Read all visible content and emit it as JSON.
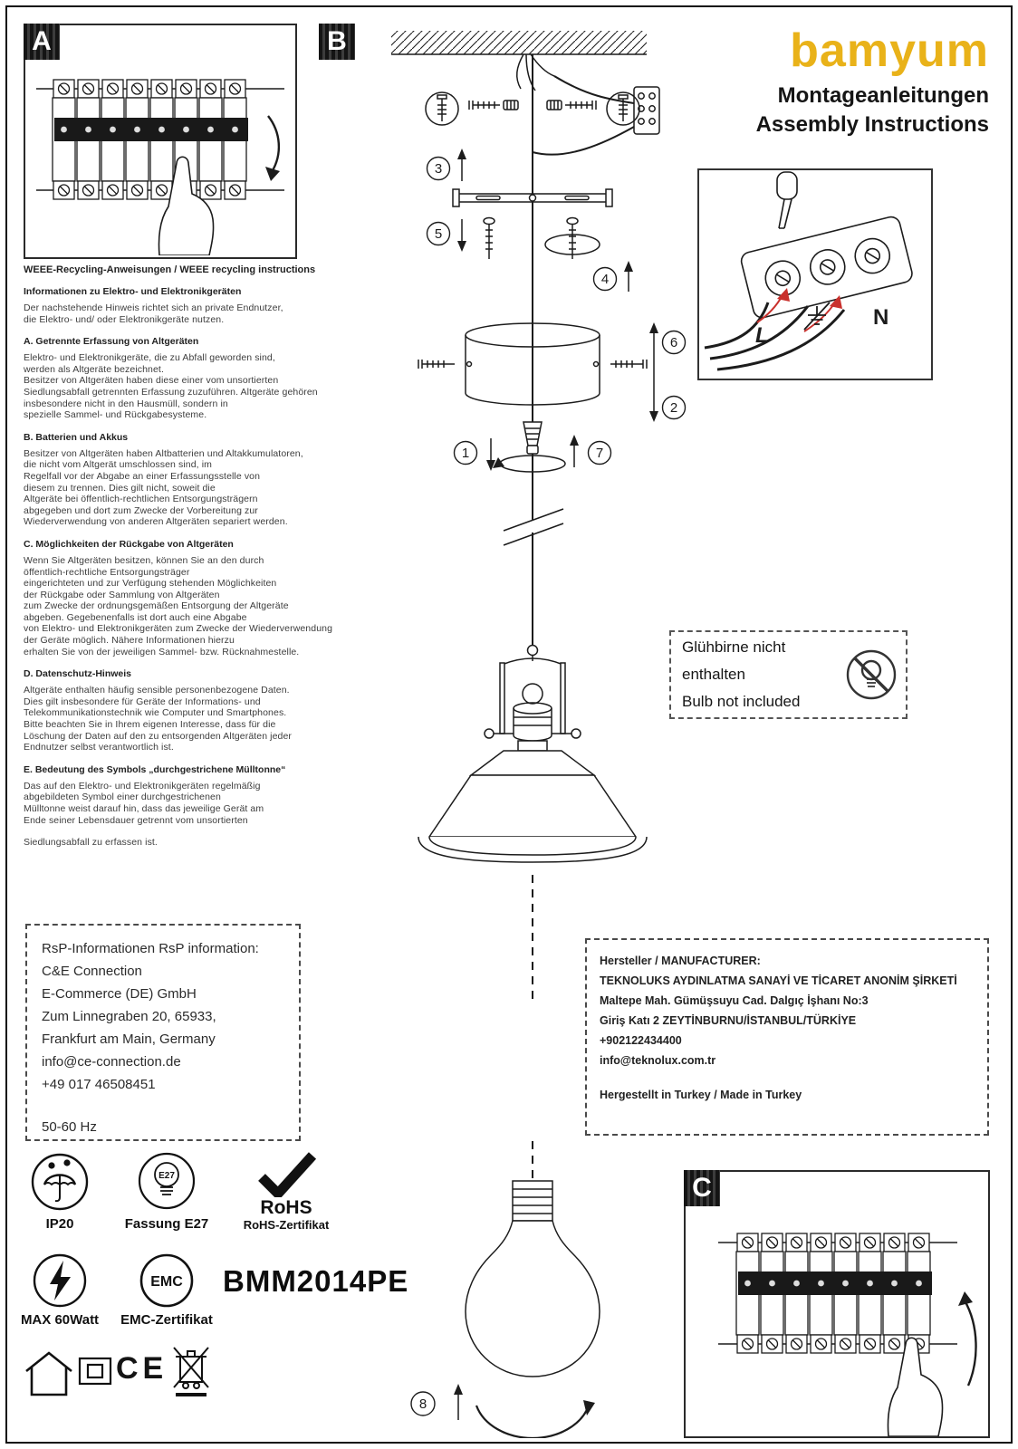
{
  "brand": {
    "logo": "bamyum",
    "subtitle_de": "Montageanleitungen",
    "subtitle_en": "Assembly Instructions"
  },
  "panel_labels": {
    "a": "A",
    "b": "B",
    "c": "C"
  },
  "steps": [
    "1",
    "2",
    "3",
    "4",
    "5",
    "6",
    "7",
    "8"
  ],
  "connector": {
    "l": "L",
    "n": "N"
  },
  "bulb_notice": {
    "line_de": "Glühbirne nicht enthalten",
    "line_en": "Bulb not included"
  },
  "weee": {
    "title": "WEEE-Recycling-Anweisungen / WEEE recycling instructions",
    "sections": [
      {
        "heading": "Informationen zu Elektro- und Elektronikgeräten",
        "body": "Der nachstehende Hinweis richtet sich an private Endnutzer,\ndie Elektro- und/ oder Elektronikgeräte nutzen."
      },
      {
        "heading": "A. Getrennte Erfassung von Altgeräten",
        "body": "Elektro- und Elektronikgeräte, die zu Abfall geworden sind,\nwerden als Altgeräte bezeichnet.\nBesitzer von Altgeräten haben diese einer vom unsortierten\nSiedlungsabfall getrennten Erfassung zuzuführen. Altgeräte gehören\ninsbesondere nicht in den Hausmüll, sondern in\nspezielle Sammel- und Rückgabesysteme."
      },
      {
        "heading": "B. Batterien und Akkus",
        "body": "Besitzer von Altgeräten haben Altbatterien und Altakkumulatoren,\ndie nicht vom Altgerät umschlossen sind, im\nRegelfall vor der Abgabe an einer Erfassungsstelle von\ndiesem zu trennen. Dies gilt nicht, soweit die\nAltgeräte bei öffentlich-rechtlichen Entsorgungsträgern\nabgegeben und dort zum Zwecke der Vorbereitung zur\nWiederverwendung von anderen Altgeräten separiert werden."
      },
      {
        "heading": "C. Möglichkeiten der Rückgabe von Altgeräten",
        "body": "Wenn Sie Altgeräten besitzen, können Sie an den durch\nöffentlich-rechtliche Entsorgungsträger\neingerichteten und zur Verfügung stehenden Möglichkeiten\nder Rückgabe oder Sammlung von Altgeräten\nzum Zwecke der ordnungsgemäßen Entsorgung der Altgeräte\nabgeben. Gegebenenfalls ist dort auch eine Abgabe\nvon Elektro- und Elektronikgeräten zum Zwecke der Wiederverwendung\nder Geräte möglich. Nähere Informationen hierzu\nerhalten Sie von der jeweiligen Sammel- bzw. Rücknahmestelle."
      },
      {
        "heading": "D. Datenschutz-Hinweis",
        "body": "Altgeräte enthalten häufig sensible personenbezogene Daten.\nDies gilt insbesondere für Geräte der Informations- und\nTelekommunikationstechnik wie Computer und Smartphones.\nBitte beachten Sie in Ihrem eigenen Interesse, dass für die\nLöschung der Daten auf den zu entsorgenden Altgeräten jeder\nEndnutzer selbst verantwortlich ist."
      },
      {
        "heading": "E. Bedeutung des Symbols „durchgestrichene Mülltonne“",
        "body": "Das auf den Elektro- und Elektronikgeräten regelmäßig\nabgebildeten Symbol einer durchgestrichenen\nMülltonne weist darauf hin, dass das jeweilige Gerät am\nEnde seiner Lebensdauer getrennt vom unsortierten"
      }
    ],
    "footer": "Siedlungsabfall zu erfassen ist."
  },
  "rsp": {
    "lines": [
      "RsP-Informationen RsP information:",
      "C&E Connection",
      "E-Commerce (DE) GmbH",
      "Zum Linnegraben 20, 65933,",
      "Frankfurt am Main, Germany",
      "info@ce-connection.de",
      "+49 017 46508451"
    ],
    "frequency": "50-60 Hz"
  },
  "manufacturer": {
    "title": "Hersteller / MANUFACTURER:",
    "lines": [
      "TEKNOLUKS AYDINLATMA SANAYİ VE TİCARET ANONİM ŞİRKETİ",
      "Maltepe Mah. Gümüşsuyu Cad. Dalgıç İşhanı No:3",
      "Giriş Katı 2 ZEYTİNBURNU/İSTANBUL/TÜRKİYE",
      "+902122434400",
      "info@teknolux.com.tr"
    ],
    "made_in": "Hergestellt in Turkey / Made in Turkey"
  },
  "certifications": {
    "ip_rating": "IP20",
    "socket_icon_text": "E27",
    "socket_label": "Fassung E27",
    "rohs_title": "RoHS",
    "rohs_label": "RoHS-Zertifikat",
    "max_watt": "MAX 60Watt",
    "emc_icon_text": "EMC",
    "emc_label": "EMC-Zertifikat",
    "ce_mark": "CE",
    "model": "BMM2014PE"
  },
  "icons": {
    "umbrella_drops": "ip-protection",
    "lightning": "max-wattage",
    "crossed_bulb": "bulb-not-included",
    "crossed_bin": "weee-separate-collection",
    "check": "rohs-check"
  },
  "colors": {
    "brand_yellow": "#e9b219",
    "line_black": "#1c1c1c",
    "arrow_red": "#c9302c"
  }
}
